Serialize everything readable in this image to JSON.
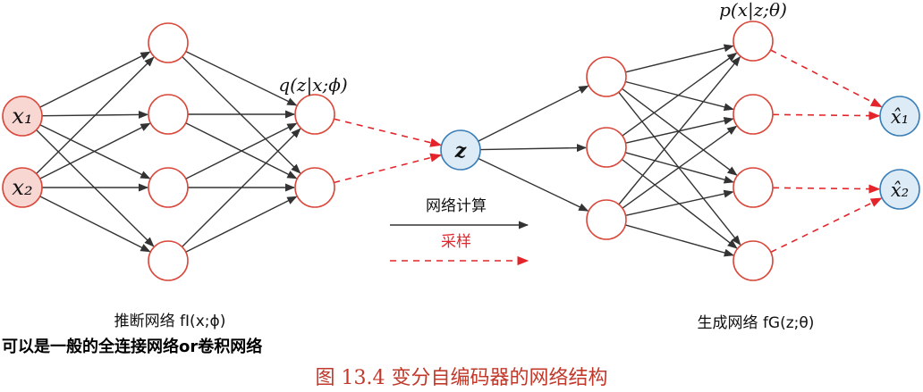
{
  "diagram": {
    "nodes": {
      "x1": "x₁",
      "x2": "x₂",
      "z": "z",
      "xhat1": "x̂₁",
      "xhat2": "x̂₂"
    },
    "labels": {
      "q_dist": "q(z|x;ϕ)",
      "p_dist": "p(x|z;θ)",
      "encoder": "推断网络 fI(x;ϕ)",
      "decoder": "生成网络 fG(z;θ)",
      "note": "可以是一般的全连接网络or卷积网络"
    },
    "legend": {
      "compute": "网络计算",
      "sample": "采样"
    },
    "caption": "图 13.4   变分自编码器的网络结构",
    "colors": {
      "caption": "#c0392b",
      "sample": "#e3252b",
      "node_red": "#d9483b",
      "node_blue": "#3b7fb8"
    }
  }
}
